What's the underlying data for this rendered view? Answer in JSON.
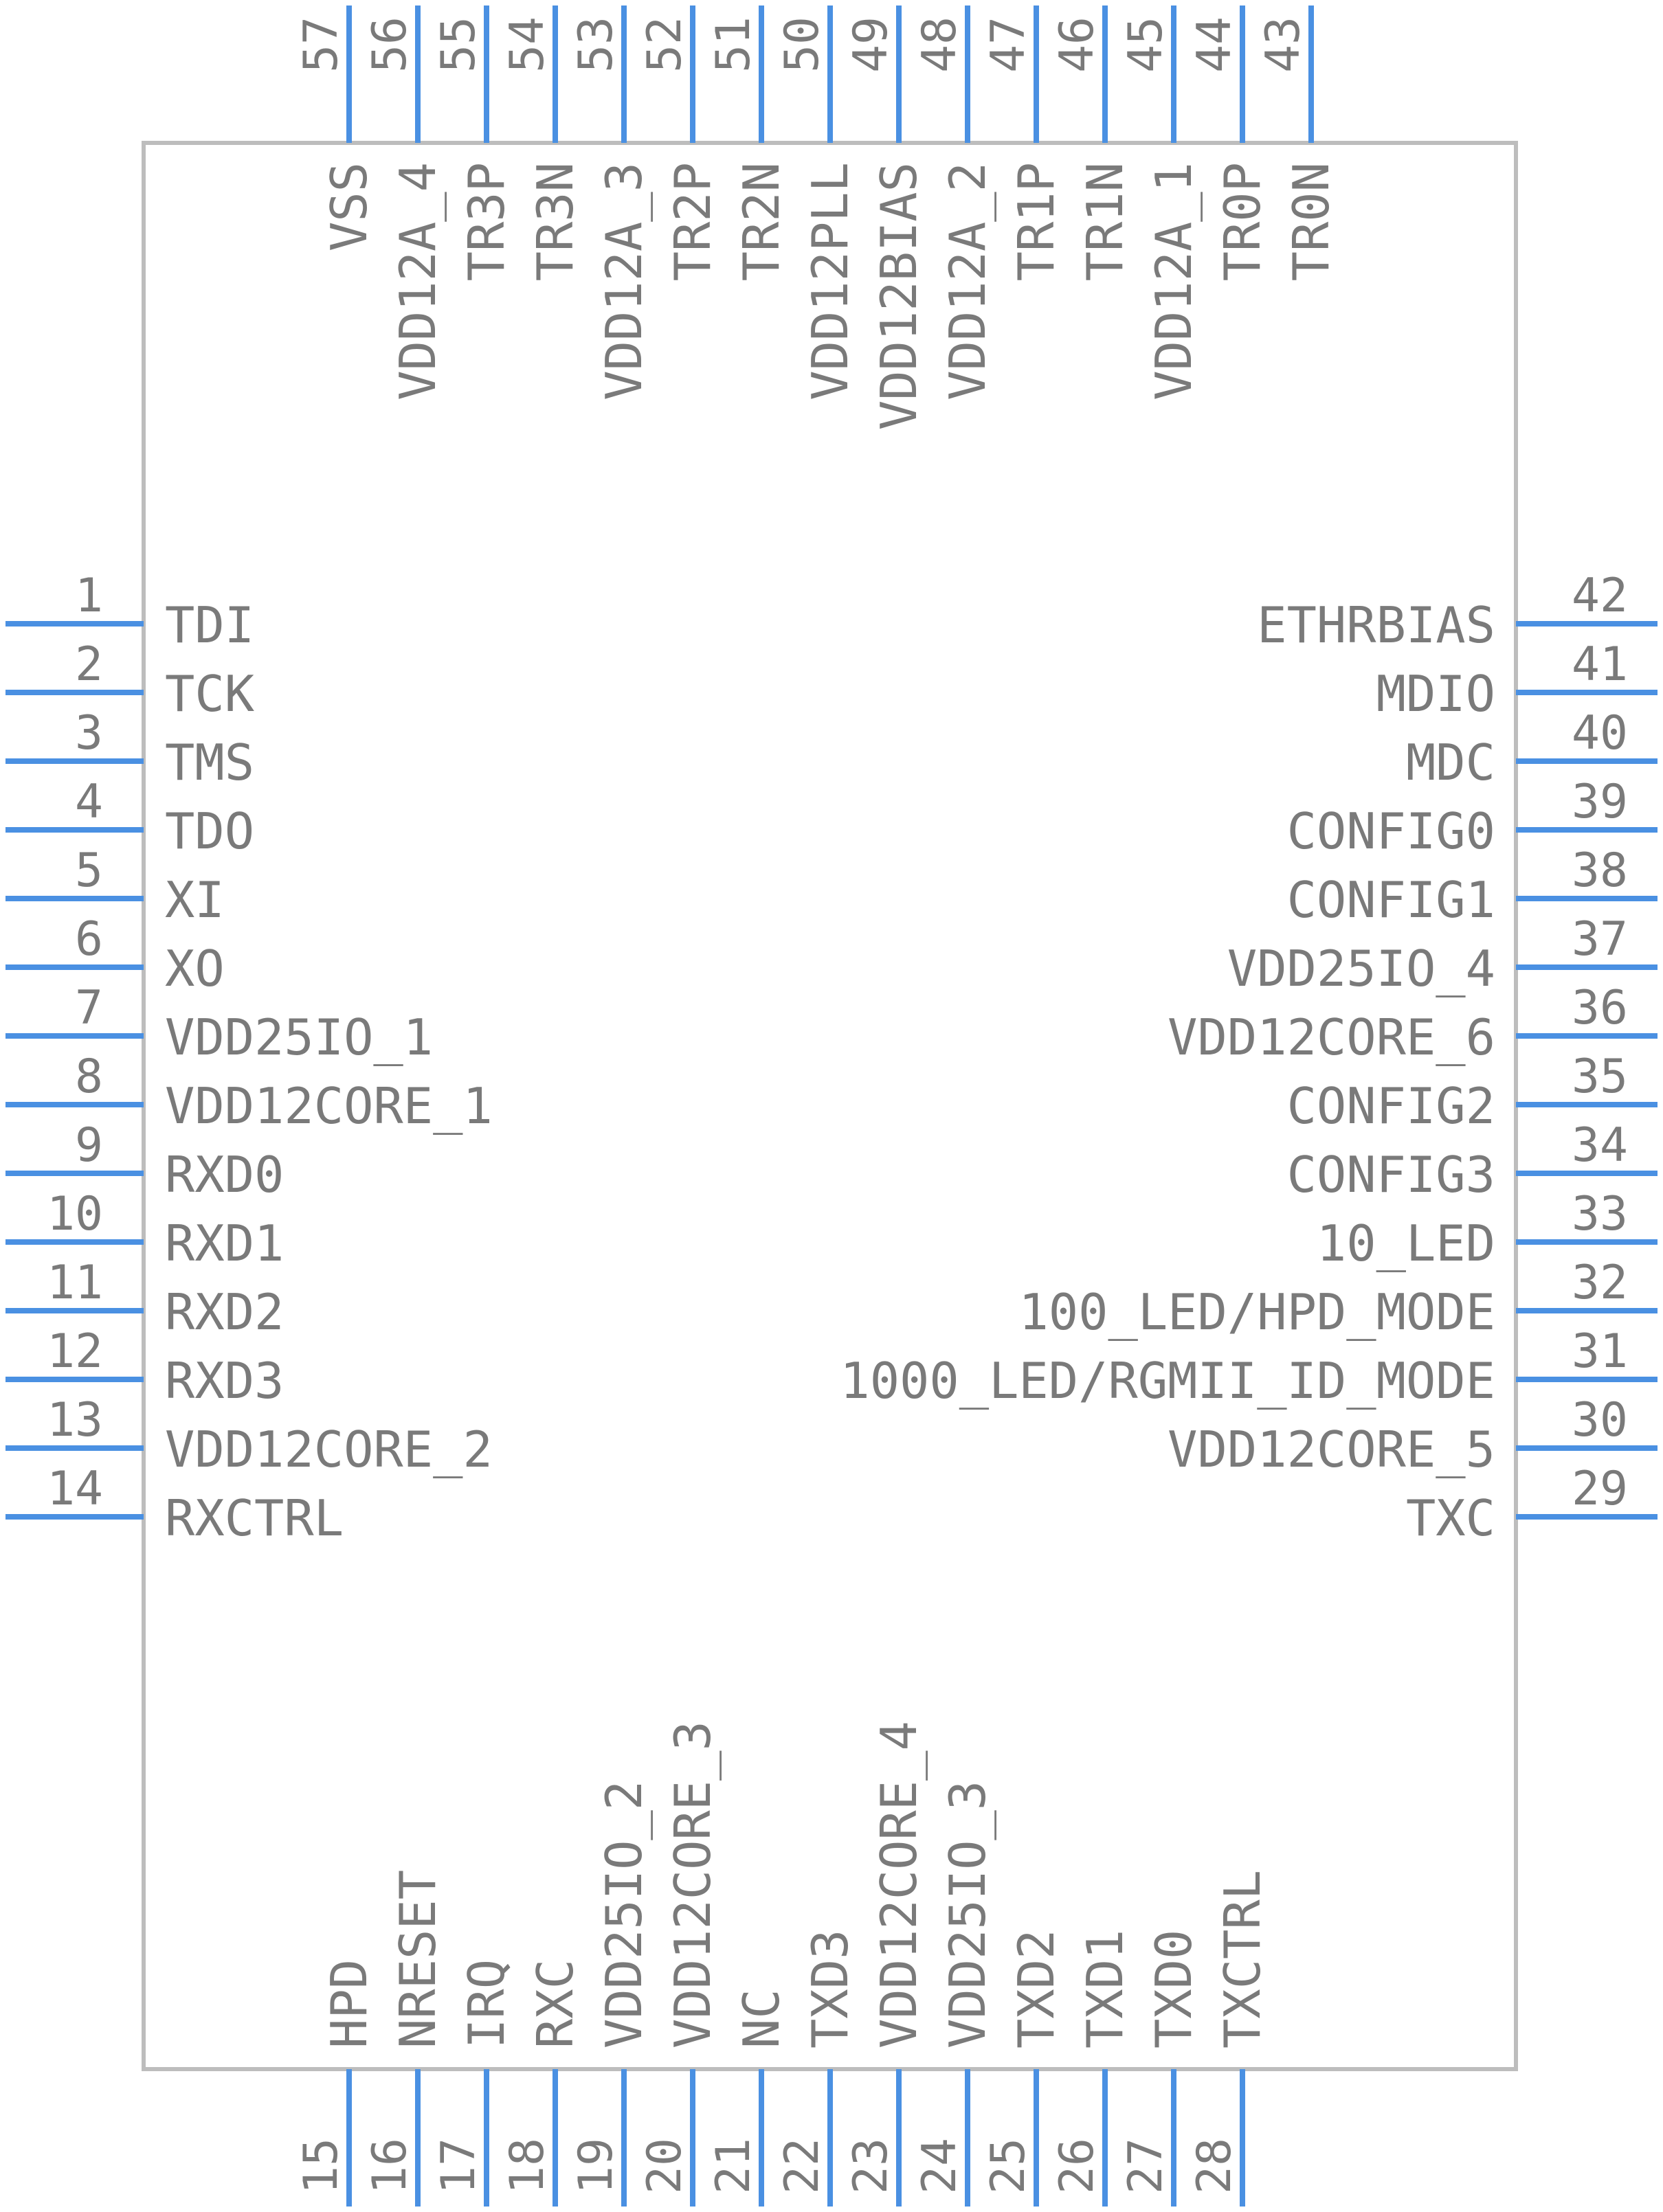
{
  "colors": {
    "pin": "#4a90e2",
    "body_outline": "#bdbdbd",
    "text": "#7a7a7a"
  },
  "pins": {
    "left": [
      {
        "num": "1",
        "name": "TDI"
      },
      {
        "num": "2",
        "name": "TCK"
      },
      {
        "num": "3",
        "name": "TMS"
      },
      {
        "num": "4",
        "name": "TDO"
      },
      {
        "num": "5",
        "name": "XI"
      },
      {
        "num": "6",
        "name": "XO"
      },
      {
        "num": "7",
        "name": "VDD25IO_1"
      },
      {
        "num": "8",
        "name": "VDD12CORE_1"
      },
      {
        "num": "9",
        "name": "RXD0"
      },
      {
        "num": "10",
        "name": "RXD1"
      },
      {
        "num": "11",
        "name": "RXD2"
      },
      {
        "num": "12",
        "name": "RXD3"
      },
      {
        "num": "13",
        "name": "VDD12CORE_2"
      },
      {
        "num": "14",
        "name": "RXCTRL"
      }
    ],
    "right": [
      {
        "num": "42",
        "name": "ETHRBIAS"
      },
      {
        "num": "41",
        "name": "MDIO"
      },
      {
        "num": "40",
        "name": "MDC"
      },
      {
        "num": "39",
        "name": "CONFIG0"
      },
      {
        "num": "38",
        "name": "CONFIG1"
      },
      {
        "num": "37",
        "name": "VDD25IO_4"
      },
      {
        "num": "36",
        "name": "VDD12CORE_6"
      },
      {
        "num": "35",
        "name": "CONFIG2"
      },
      {
        "num": "34",
        "name": "CONFIG3"
      },
      {
        "num": "33",
        "name": "10_LED"
      },
      {
        "num": "32",
        "name": "100_LED/HPD_MODE"
      },
      {
        "num": "31",
        "name": "1000_LED/RGMII_ID_MODE"
      },
      {
        "num": "30",
        "name": "VDD12CORE_5"
      },
      {
        "num": "29",
        "name": "TXC"
      }
    ],
    "top": [
      {
        "num": "57",
        "name": "VSS"
      },
      {
        "num": "56",
        "name": "VDD12A_4"
      },
      {
        "num": "55",
        "name": "TR3P"
      },
      {
        "num": "54",
        "name": "TR3N"
      },
      {
        "num": "53",
        "name": "VDD12A_3"
      },
      {
        "num": "52",
        "name": "TR2P"
      },
      {
        "num": "51",
        "name": "TR2N"
      },
      {
        "num": "50",
        "name": "VDD12PLL"
      },
      {
        "num": "49",
        "name": "VDD12BIAS"
      },
      {
        "num": "48",
        "name": "VDD12A_2"
      },
      {
        "num": "47",
        "name": "TR1P"
      },
      {
        "num": "46",
        "name": "TR1N"
      },
      {
        "num": "45",
        "name": "VDD12A_1"
      },
      {
        "num": "44",
        "name": "TR0P"
      },
      {
        "num": "43",
        "name": "TR0N"
      }
    ],
    "bottom": [
      {
        "num": "15",
        "name": "HPD"
      },
      {
        "num": "16",
        "name": "NRESET"
      },
      {
        "num": "17",
        "name": "IRQ"
      },
      {
        "num": "18",
        "name": "RXC"
      },
      {
        "num": "19",
        "name": "VDD25IO_2"
      },
      {
        "num": "20",
        "name": "VDD12CORE_3"
      },
      {
        "num": "21",
        "name": "NC"
      },
      {
        "num": "22",
        "name": "TXD3"
      },
      {
        "num": "23",
        "name": "VDD12CORE_4"
      },
      {
        "num": "24",
        "name": "VDD25IO_3"
      },
      {
        "num": "25",
        "name": "TXD2"
      },
      {
        "num": "26",
        "name": "TXD1"
      },
      {
        "num": "27",
        "name": "TXD0"
      },
      {
        "num": "28",
        "name": "TXCTRL"
      }
    ]
  }
}
